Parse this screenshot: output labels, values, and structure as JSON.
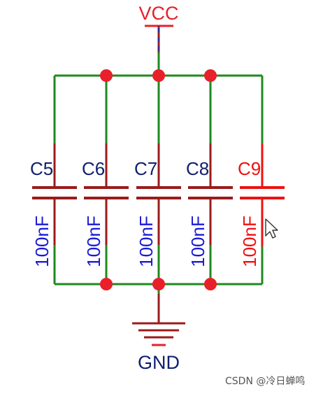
{
  "power": {
    "label": "VCC"
  },
  "ground": {
    "label": "GND"
  },
  "capacitors": [
    {
      "ref": "C5",
      "value": "100nF",
      "selected": false
    },
    {
      "ref": "C6",
      "value": "100nF",
      "selected": false
    },
    {
      "ref": "C7",
      "value": "100nF",
      "selected": false
    },
    {
      "ref": "C8",
      "value": "100nF",
      "selected": false
    },
    {
      "ref": "C9",
      "value": "100nF",
      "selected": true
    }
  ],
  "watermark": "CSDN @冷日蝉鸣",
  "colors": {
    "wire": "#1e8a1e",
    "component": "#9b1b1b",
    "junction": "#e8202a",
    "selected": "#ee1111",
    "value_text": "#1a1ad6",
    "net_label": "#0f1f6e",
    "vcc_label": "#e8202a"
  }
}
